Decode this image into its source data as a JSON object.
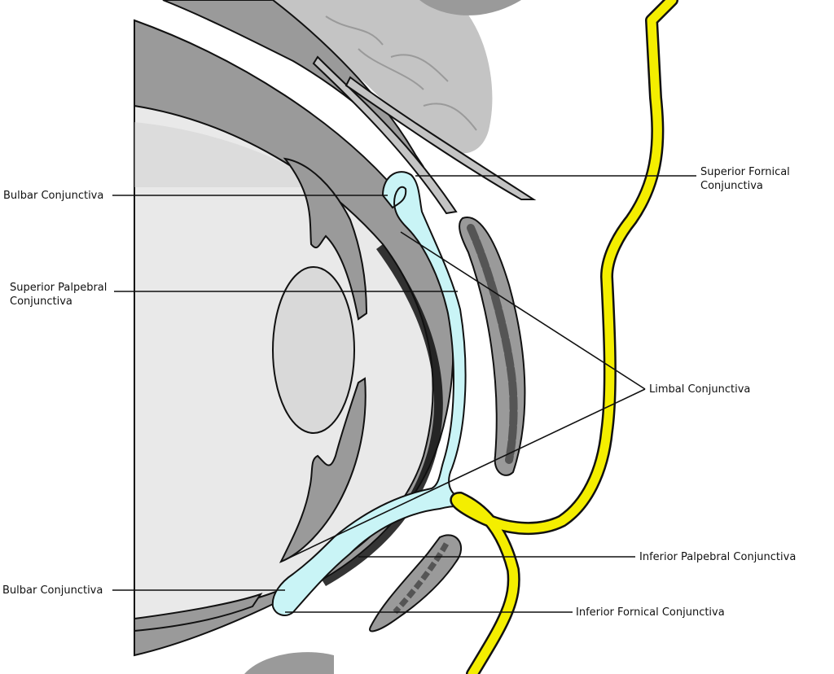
{
  "labels": {
    "bulbar_top": "Bulbar Conjunctiva",
    "superior_palpebral": "Superior Palpebral Conjunctiva",
    "bulbar_bottom": "Bulbar Conjunctiva",
    "superior_fornical": "Superior Fornical Conjunctiva",
    "limbal": "Limbal Conjunctiva",
    "inferior_palpebral": "Inferior Palpebral Conjunctiva",
    "inferior_fornical": "Inferior Fornical Conjunctiva"
  },
  "colors": {
    "conjunctiva": "#c9f4f6",
    "skin_line": "#f4ee00",
    "tissue": "#9a9a9a",
    "tissue_light": "#c4c4c4",
    "globe": "#e9e9e9",
    "lens": "#d9d9d9",
    "tarsal_gland": "#555555",
    "outline": "#111111"
  }
}
